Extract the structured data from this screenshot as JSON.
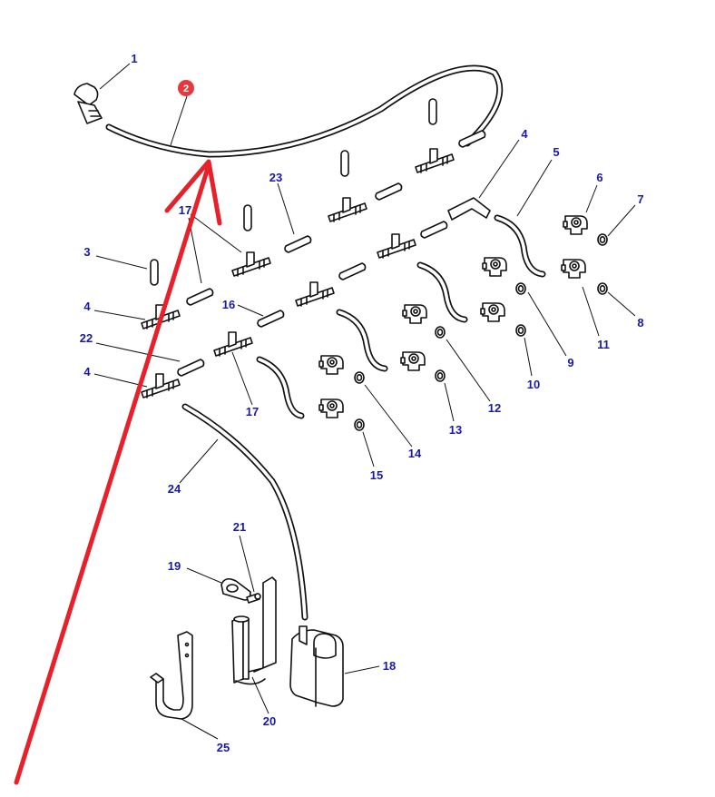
{
  "highlight": {
    "badge_number": "2",
    "badge_color": "#e8383d",
    "arrow_color": "#e8202a"
  },
  "callouts": [
    {
      "id": "1",
      "label": "1"
    },
    {
      "id": "3",
      "label": "3"
    },
    {
      "id": "4a",
      "label": "4"
    },
    {
      "id": "4b",
      "label": "4"
    },
    {
      "id": "4c",
      "label": "4"
    },
    {
      "id": "5",
      "label": "5"
    },
    {
      "id": "6",
      "label": "6"
    },
    {
      "id": "7",
      "label": "7"
    },
    {
      "id": "8",
      "label": "8"
    },
    {
      "id": "9",
      "label": "9"
    },
    {
      "id": "10",
      "label": "10"
    },
    {
      "id": "11",
      "label": "11"
    },
    {
      "id": "12",
      "label": "12"
    },
    {
      "id": "13",
      "label": "13"
    },
    {
      "id": "14",
      "label": "14"
    },
    {
      "id": "15",
      "label": "15"
    },
    {
      "id": "16",
      "label": "16"
    },
    {
      "id": "17a",
      "label": "17"
    },
    {
      "id": "17b",
      "label": "17"
    },
    {
      "id": "18",
      "label": "18"
    },
    {
      "id": "19",
      "label": "19"
    },
    {
      "id": "20",
      "label": "20"
    },
    {
      "id": "21",
      "label": "21"
    },
    {
      "id": "22",
      "label": "22"
    },
    {
      "id": "23",
      "label": "23"
    },
    {
      "id": "24",
      "label": "24"
    },
    {
      "id": "25",
      "label": "25"
    }
  ]
}
